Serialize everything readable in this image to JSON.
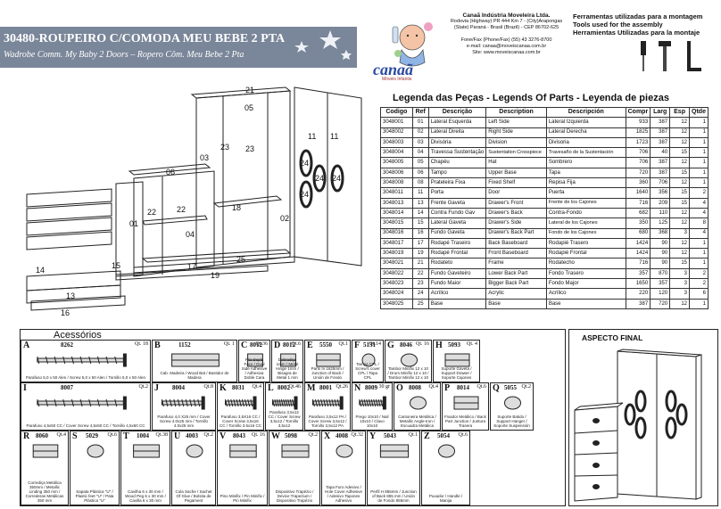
{
  "header": {
    "title": "30480-ROUPEIRO C/COMODA MEU BEBE 2 PTA",
    "subtitle": "Wadrobe Comm. My Baby 2 Doors  – Ropero Côm. Meu Bebe 2 Pta"
  },
  "company": {
    "name": "Canaã Indústria Moveleira Ltda.",
    "address": "Rodovia (Highway) PR 444 Km 7 - (City)Arapongas",
    "state": "(State) Paraná - Brasil (Brazil) - CEP 86702-625",
    "phone": "Fone/Fax (Phone/Fax) (55) 43 3276-8700",
    "email": "e-mail: canaa@moveiscanaa.com.br",
    "site": "Site: www.moveiscanaa.com.br",
    "brand": "canaã",
    "brand_tag": "Móveis Infantis"
  },
  "tools": {
    "line1": "Ferramentas utilizadas para a montagem",
    "line2": "Tools used for the assembly",
    "line3": "Herramientas Utilizadas para la montaje"
  },
  "exploded_labels": [
    "21",
    "05",
    "11",
    "11",
    "03",
    "23",
    "23",
    "24",
    "24",
    "24",
    "24",
    "06",
    "22",
    "22",
    "04",
    "18",
    "01",
    "02",
    "15",
    "14",
    "13",
    "16",
    "17",
    "19",
    "25"
  ],
  "legend": {
    "title": "Legenda das Peças - Legends Of Parts - Leyenda de piezas",
    "headers": [
      "Codigo",
      "Ref",
      "Descrição",
      "Description",
      "Descripción",
      "Compr",
      "Larg",
      "Esp",
      "Qtde"
    ],
    "rows": [
      [
        "3048001",
        "01",
        "Lateral Esquerda",
        "Left Side",
        "Lateral Izquierda",
        "933",
        "387",
        "12",
        "1"
      ],
      [
        "3048002",
        "02",
        "Lateral Direita",
        "Right  Side",
        "Lateral Derecha",
        "1825",
        "387",
        "12",
        "1"
      ],
      [
        "3048003",
        "03",
        "Divisória",
        "Division",
        "Divisoria",
        "1723",
        "387",
        "12",
        "1"
      ],
      [
        "3048004",
        "04",
        "Travessa Sustentação",
        "Sustentation Crosspiece",
        "Travesaño de la Sustentación",
        "706",
        "40",
        "15",
        "1"
      ],
      [
        "3048005",
        "05",
        "Chapéu",
        "Hat",
        "Sombrero",
        "706",
        "387",
        "12",
        "1"
      ],
      [
        "3048006",
        "06",
        "Tampo",
        "Upper Base",
        "Tapa",
        "720",
        "387",
        "15",
        "1"
      ],
      [
        "3048008",
        "08",
        "Prateleira Fixa",
        "Fixed Shelf",
        "Repisa Fija",
        "360",
        "706",
        "12",
        "1"
      ],
      [
        "3048011",
        "11",
        "Porta",
        "Door",
        "Puerta",
        "1640",
        "356",
        "15",
        "2"
      ],
      [
        "3048013",
        "13",
        "Frente Gaveta",
        "Drawer's Front",
        "Frente de los Cajones",
        "716",
        "209",
        "15",
        "4"
      ],
      [
        "3048014",
        "14",
        "Contra Fundo Gav",
        "Drawer's Back",
        "Contra-Fondo",
        "682",
        "110",
        "12",
        "4"
      ],
      [
        "3048015",
        "15",
        "Lateral Gaveta",
        "Drawer's  Side",
        "Lateral de los Cajones",
        "350",
        "125",
        "12",
        "8"
      ],
      [
        "3048016",
        "16",
        "Fundo Gaveta",
        "Drawer's Back Part",
        "Fondo de los Cajones",
        "680",
        "368",
        "3",
        "4"
      ],
      [
        "3048017",
        "17",
        "Rodapé  Traseiro",
        "Back Baseboard",
        "Rodapié Trasero",
        "1424",
        "90",
        "12",
        "1"
      ],
      [
        "3048019",
        "19",
        "Rodapé Frontal",
        "Front Baseboard",
        "Rodapié Frontal",
        "1424",
        "90",
        "12",
        "1"
      ],
      [
        "3048021",
        "21",
        "Rodateto",
        "Frame",
        "Rodatecho",
        "716",
        "90",
        "15",
        "1"
      ],
      [
        "3048022",
        "22",
        "Fundo  Gaveteiro",
        "Lower Back Part",
        "Fondo Trasero",
        "357",
        "870",
        "3",
        "2"
      ],
      [
        "3048023",
        "23",
        "Fundo Maior",
        "Bigger Back Part",
        "Fondo Major",
        "1650",
        "357",
        "3",
        "2"
      ],
      [
        "3048024",
        "24",
        "Acrílico",
        "Acrylic",
        "Acrílico",
        "220",
        "120",
        "3",
        "6"
      ],
      [
        "3048025",
        "25",
        "Base",
        "Base",
        "Base",
        "387",
        "720",
        "12",
        "1"
      ]
    ]
  },
  "accessories": {
    "title": "Acessórios",
    "items": [
      {
        "letter": "A",
        "code": "8262",
        "qt": "Qt. 18",
        "desc": "Parafuso 5,0 x 50 Alen / Screw 5,0 x 50 Alen / Tornillo 5,0 x 50 Alen"
      },
      {
        "letter": "B",
        "code": "1152",
        "qt": "Qt. 1",
        "desc": "Cab. Madeira / Wood Bat / Bastidor de Madera"
      },
      {
        "letter": "C",
        "code": "8012",
        "qt": "Qt.36",
        "desc": "Fita Dupla Face / Dual Side Adhesive / Adhesiva Doble Cara"
      },
      {
        "letter": "D",
        "code": "8012",
        "qt": "Qt.6",
        "desc": "Dobradiça 1mm / Metal Hinge 1mm / Bisagra de Metal 1 mm"
      },
      {
        "letter": "E",
        "code": "5550",
        "qt": "Qt.1",
        "desc": "Parts In 1625mm / Junction of Back / Unión de Fondo"
      },
      {
        "letter": "F",
        "code": "5131",
        "qt": "Qt.14",
        "desc": "Tampa CPL / Screw's cover CPL / Tapa CPL"
      },
      {
        "letter": "G",
        "code": "8046",
        "qt": "Qt. 16",
        "desc": "Tambor Minifix 12 x 10 / Drum Minifix 12 x 10 / Tambor Minifix 12 x 10"
      },
      {
        "letter": "H",
        "code": "5093",
        "qt": "Qt. 4",
        "desc": "Suporte Gaveta / Support Drawer / Soporte Cajones"
      },
      {
        "letter": "I",
        "code": "8007",
        "qt": "Qt.2",
        "desc": "Parafuso 4,5x50 CC / Cover Screw 4,5x50 CC / Tornillo 4,5x50 CC"
      },
      {
        "letter": "J",
        "code": "8004",
        "qt": "Qt.8",
        "desc": "Parafuso 4,0 X25 mm / Cover Screw 4.0x25 mm / Tornillo 4.0x25 mm"
      },
      {
        "letter": "K",
        "code": "8031",
        "qt": "Qt.4",
        "desc": "Parafuso 3,5X16 CC / Cover Screw 3,5x16 CC / Tornillo 3.5x16 CC"
      },
      {
        "letter": "L",
        "code": "8002",
        "qt": "Qt.46",
        "desc": "Parafuso 3,5x12 CC / Cover Screw 3,5x12 / Tornillo 3,5x12"
      },
      {
        "letter": "M",
        "code": "8001",
        "qt": "Qt.26",
        "desc": "Parafuso 3,5x12 PA / Cover Screw 3,5x12 / Tornillo 3,5x12 PA"
      },
      {
        "letter": "N",
        "code": "8009",
        "qt": "30 gr",
        "desc": "Prego 10x10 / Nail 10x10 / Clavo 10x10"
      },
      {
        "letter": "O",
        "code": "8008",
        "qt": "Qt.4",
        "desc": "Cantoneira Metálica / Metallic Angle-Iron / Escuadra Metálica"
      },
      {
        "letter": "P",
        "code": "8014",
        "qt": "Qt.6",
        "desc": "Fixador Metálico / Back Part Junction / Juntura Trasera"
      },
      {
        "letter": "Q",
        "code": "5055",
        "qt": "Qt.2",
        "desc": "Suporte Batido / Support Hanger / Soporte Suspensión"
      },
      {
        "letter": "R",
        "code": "8060",
        "qt": "Qt.4",
        "desc": "Corrediça Metálica 350mm / Metallic Linding 350 mm / Correderas Metálicas 350 mm"
      },
      {
        "letter": "S",
        "code": "5029",
        "qt": "Qt.6",
        "desc": "Sapata Plástica \"U\" / Plastic feet \"U\" / Pata Plástica \"U\""
      },
      {
        "letter": "T",
        "code": "1004",
        "qt": "Qt.38",
        "desc": "Cavilha 6 x 30 mm / Wood Peg 6 x 30 mm / Cavilla 6 x 30 mm"
      },
      {
        "letter": "U",
        "code": "4003",
        "qt": "Qt.2",
        "desc": "Cola Sache / Sachet Of Glue / Bolsita de Pegament"
      },
      {
        "letter": "V",
        "code": "8043",
        "qt": "Qt. 16",
        "desc": "Pino Minifix / Pin Minifix / Pin Minifix"
      },
      {
        "letter": "W",
        "code": "5098",
        "qt": "Qt.2",
        "desc": "Dispositivo Trapézio / Device Trapezium / Dispositivo Trapézio"
      },
      {
        "letter": "X",
        "code": "4008",
        "qt": "Qt.32",
        "desc": "Tapa Furo Adesivo / Hole Cover Adhesive / Adesivo Tapones Adhesivo"
      },
      {
        "letter": "Y",
        "code": "5043",
        "qt": "Qt.1",
        "desc": "Perfil H 855mm / Junction of Back 855 mm / Unión de Fondo 855mm"
      },
      {
        "letter": "Z",
        "code": "5054",
        "qt": "Qt.6",
        "desc": "Puxador / Handle / Manija"
      }
    ]
  },
  "final": {
    "title": "ASPECTO FINAL"
  }
}
